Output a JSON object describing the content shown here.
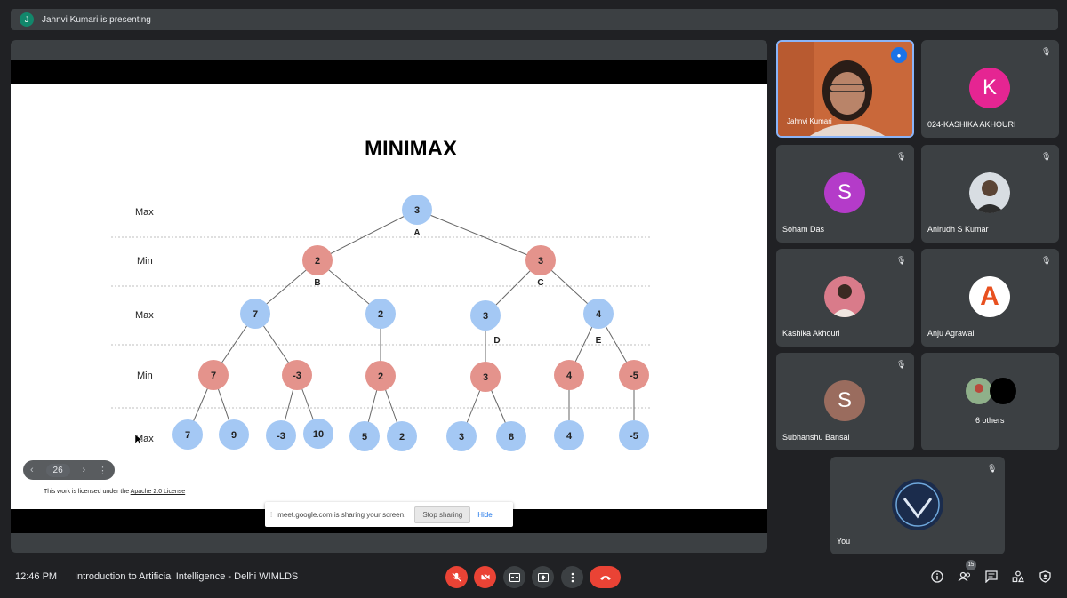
{
  "banner": {
    "avatar_letter": "J",
    "text": "Jahnvi Kumari is presenting"
  },
  "slide": {
    "title": "MINIMAX",
    "levels": [
      "Max",
      "Min",
      "Max",
      "Min",
      "Max"
    ],
    "license_prefix": "This work is licensed under the ",
    "license_link": "Apache 2.0 License",
    "node_labels": {
      "A": "A",
      "B": "B",
      "C": "C",
      "D": "D",
      "E": "E"
    },
    "nodes": {
      "root": "3",
      "b": "2",
      "c": "3",
      "l3": [
        "7",
        "2",
        "3",
        "4"
      ],
      "l4": [
        "7",
        "-3",
        "2",
        "3",
        "4",
        "-5"
      ],
      "leaves": [
        "7",
        "9",
        "-3",
        "10",
        "5",
        "2",
        "3",
        "8",
        "4",
        "-5"
      ]
    },
    "colors": {
      "max_node": "#a4c8f4",
      "min_node": "#e4938c"
    }
  },
  "slide_nav": {
    "prev": "‹",
    "page": "26",
    "next": "›",
    "more": "⋮"
  },
  "share_bar": {
    "message": "meet.google.com is sharing your screen.",
    "stop": "Stop sharing",
    "hide": "Hide"
  },
  "participants": [
    {
      "name": "Jahnvi Kumari"
    },
    {
      "name": "024-KASHIKA AKHOURI",
      "letter": "K",
      "color": "#e52592"
    },
    {
      "name": "Soham Das",
      "letter": "S",
      "color": "#b43bc9"
    },
    {
      "name": "Anirudh S Kumar"
    },
    {
      "name": "Kashika Akhouri"
    },
    {
      "name": "Anju Agrawal",
      "letter": "A"
    },
    {
      "name": "Subhanshu Bansal",
      "letter": "S",
      "color": "#9a6c5e"
    },
    {
      "name": "6 others"
    },
    {
      "name": "You"
    }
  ],
  "bottom": {
    "time": "12:46 PM",
    "separator": "|",
    "meeting_title": "Introduction to Artificial Intelligence - Delhi WIMLDS",
    "people_count": "15"
  }
}
